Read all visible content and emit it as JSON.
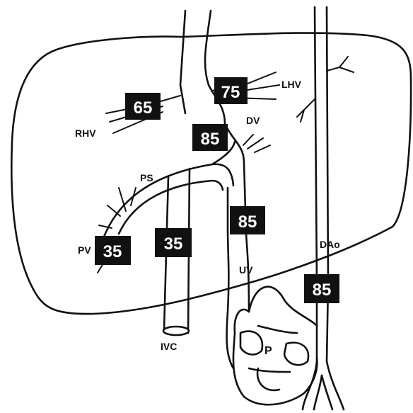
{
  "diagram": {
    "vessel_labels": {
      "rhv": "RHV",
      "lhv": "LHV",
      "dv": "DV",
      "ps": "PS",
      "pv": "PV",
      "uv": "UV",
      "dao": "DAo",
      "ivc": "IVC",
      "p": "P"
    },
    "saturation_values": {
      "rhv": "65",
      "lhv": "75",
      "dv": "85",
      "uv": "85",
      "pv": "35",
      "ivc": "35",
      "dao": "85"
    },
    "colors": {
      "ink": "#111111",
      "paper": "#ffffff"
    }
  }
}
